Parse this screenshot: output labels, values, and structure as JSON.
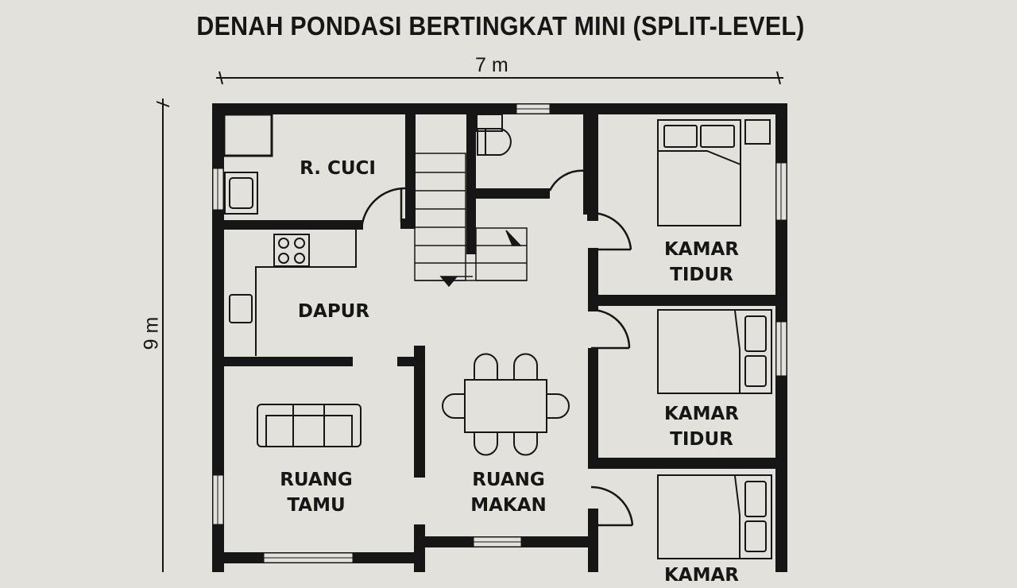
{
  "title": "DENAH PONDASI BERTINGKAT MINI (SPLIT-LEVEL)",
  "dimensions": {
    "width_label": "7 m",
    "height_label": "9 m"
  },
  "rooms": {
    "cuci": {
      "line1": "R. CUCI"
    },
    "dapur": {
      "line1": "DAPUR"
    },
    "tamu": {
      "line1": "RUANG",
      "line2": "TAMU"
    },
    "makan": {
      "line1": "RUANG",
      "line2": "MAKAN"
    },
    "kamar1": {
      "line1": "KAMAR",
      "line2": "TIDUR"
    },
    "kamar2": {
      "line1": "KAMAR",
      "line2": "TIDUR"
    },
    "kamar3": {
      "line1": "KAMAR"
    }
  },
  "colors": {
    "background": "#e3e1dc",
    "wall": "#161616"
  }
}
